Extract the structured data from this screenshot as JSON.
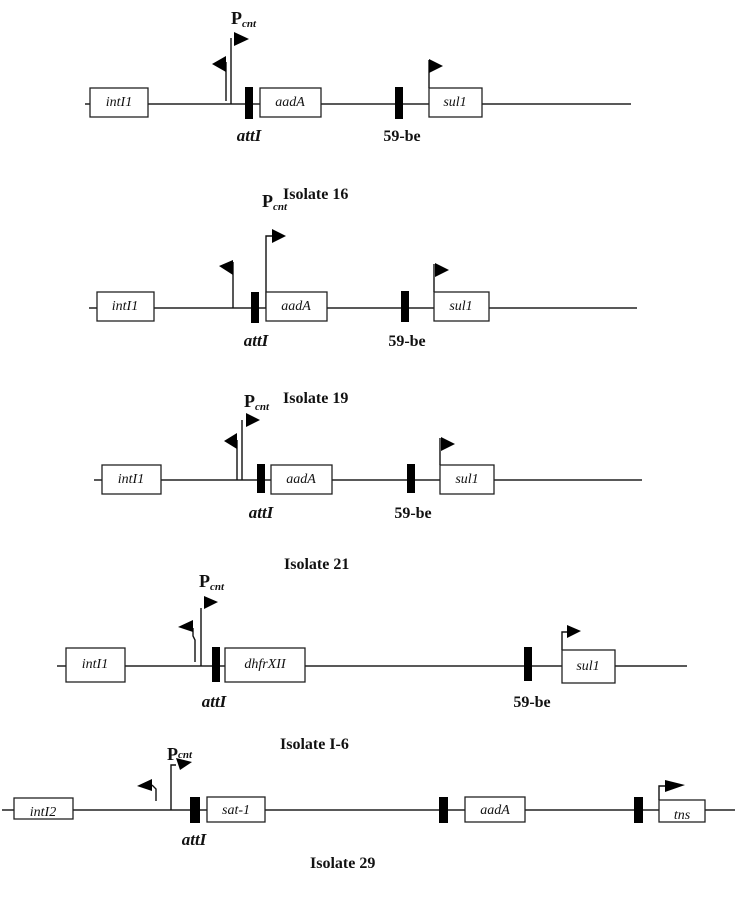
{
  "figure": {
    "promoter_label": "P",
    "promoter_subscript": "cnt",
    "att_label": "attI",
    "site_59be_label": "59-be"
  },
  "isolates": [
    {
      "name": "",
      "genes": [
        {
          "label": "intI1"
        },
        {
          "label": "aadA"
        },
        {
          "label": "sul1"
        }
      ],
      "sites": [
        "attI",
        "59-be"
      ],
      "promoters": [
        "reverse-flag",
        "Pcnt-forward",
        "sul1-forward"
      ]
    },
    {
      "name": "Isolate 16",
      "genes": [
        {
          "label": "intI1"
        },
        {
          "label": "aadA"
        },
        {
          "label": "sul1"
        }
      ],
      "sites": [
        "attI",
        "59-be"
      ],
      "promoters": [
        "reverse-flag",
        "Pcnt-forward",
        "sul1-forward"
      ]
    },
    {
      "name": "Isolate 19",
      "genes": [
        {
          "label": "intI1"
        },
        {
          "label": "aadA"
        },
        {
          "label": "sul1"
        }
      ],
      "sites": [
        "attI",
        "59-be"
      ],
      "promoters": [
        "reverse-flag",
        "Pcnt-forward",
        "sul1-forward"
      ]
    },
    {
      "name": "Isolate 21",
      "genes": [
        {
          "label": "intI1"
        },
        {
          "label": "dhfrXII"
        },
        {
          "label": "sul1"
        }
      ],
      "sites": [
        "attI",
        "59-be"
      ],
      "promoters": [
        "reverse-flag",
        "Pcnt-forward",
        "sul1-forward"
      ]
    },
    {
      "name": "Isolate I-6",
      "genes": [
        {
          "label": "intI2"
        },
        {
          "label": "sat-1"
        },
        {
          "label": "aadA"
        },
        {
          "label": "tns"
        }
      ],
      "sites": [
        "attI"
      ],
      "promoters": [
        "reverse-flag",
        "Pcnt-forward",
        "tns-forward"
      ]
    },
    {
      "name": "Isolate 29"
    }
  ]
}
